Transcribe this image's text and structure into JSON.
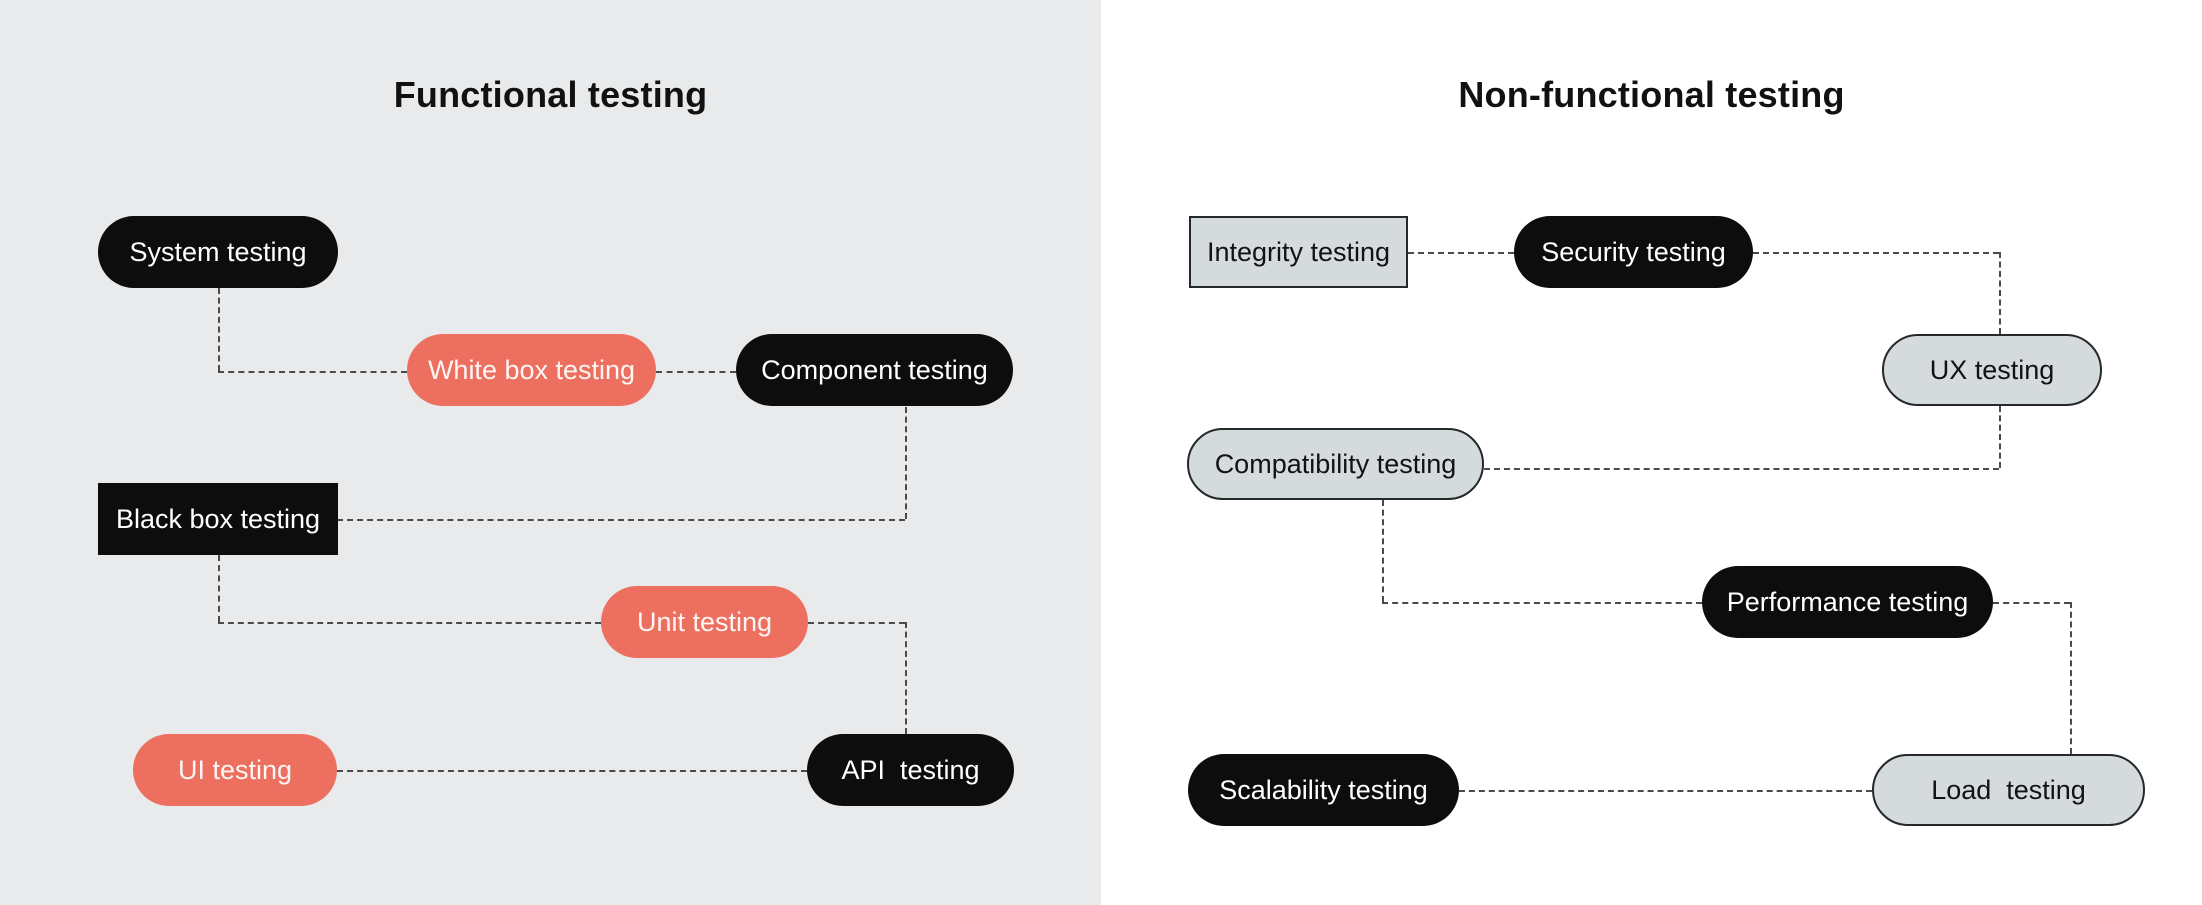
{
  "functional": {
    "title": "Functional testing",
    "nodes": [
      {
        "label": "System testing"
      },
      {
        "label": "White box testing"
      },
      {
        "label": "Component testing"
      },
      {
        "label": "Black box testing"
      },
      {
        "label": "Unit testing"
      },
      {
        "label": "UI testing"
      },
      {
        "label": "API  testing"
      }
    ]
  },
  "non_functional": {
    "title": "Non-functional testing",
    "nodes": [
      {
        "label": "Integrity testing"
      },
      {
        "label": "Security testing"
      },
      {
        "label": "UX testing"
      },
      {
        "label": "Compatibility testing"
      },
      {
        "label": "Performance testing"
      },
      {
        "label": "Scalability testing"
      },
      {
        "label": "Load  testing"
      }
    ]
  },
  "colors": {
    "left_panel_background": "#E8EAEB",
    "right_panel_background": "#FFFFFF",
    "node_black": "#0D0D0D",
    "node_coral": "#EC6F5F",
    "node_gray": "#D5DADD",
    "node_text_light": "#FFFFFF",
    "node_text_dark": "#101214",
    "connector_dash": "#4A4A4A",
    "title_text": "#111111"
  }
}
